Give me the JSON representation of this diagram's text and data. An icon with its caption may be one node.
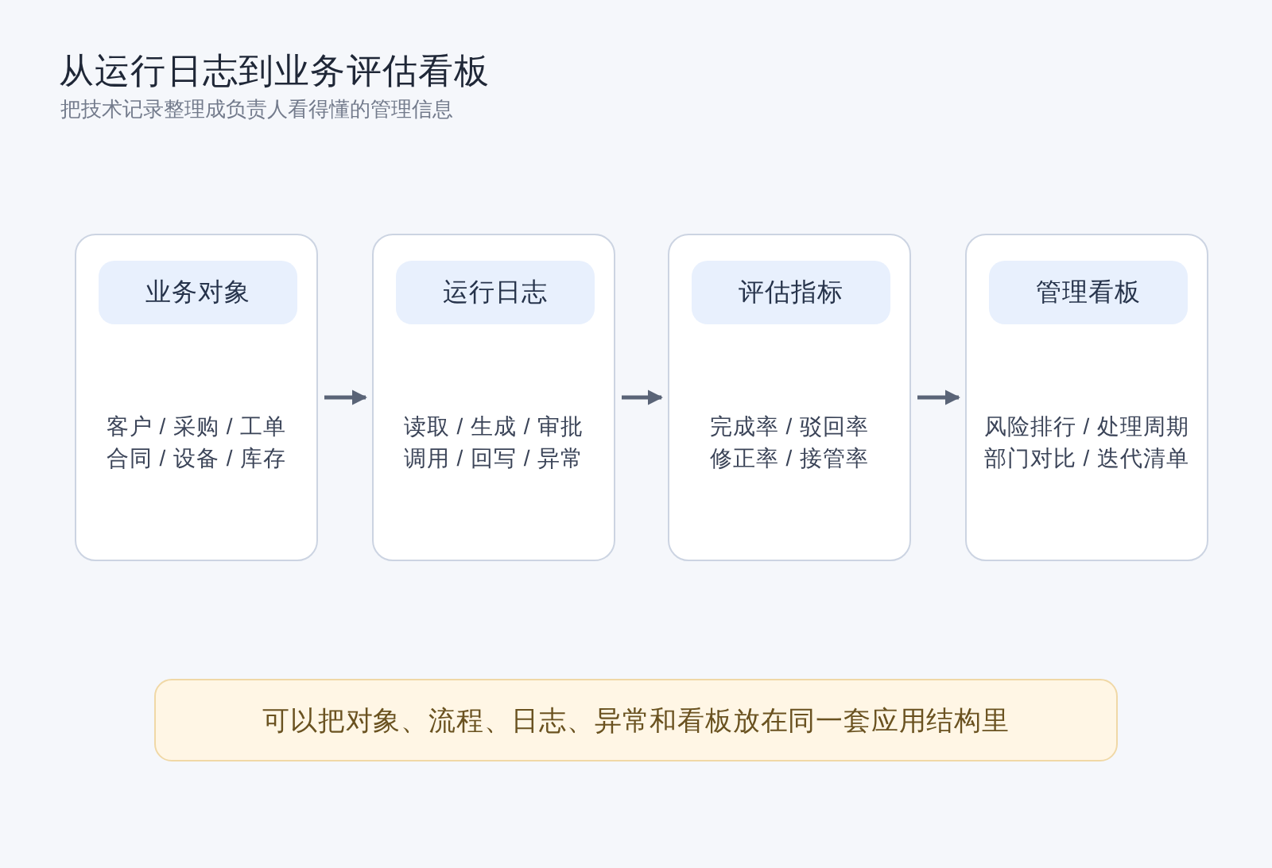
{
  "diagram": {
    "title": "从运行日志到业务评估看板",
    "nodes": [
      {
        "text": [
          "客户 / 采购 / 工单合同 / 设备 / 库存"
        ]
      },
      {
        "text": [
          "业务对象"
        ],
        "in": 0
      },
      {
        "text": [
          "读取 / 生成 / 审批调用 / 回写 / 异常"
        ]
      },
      {
        "text": [
          "运行日志"
        ],
        "in": 2
      },
      {
        "text": [
          "完成率 / 驳回率修正率 / 接管率"
        ]
      },
      {
        "text": [
          "评估指标"
        ],
        "in": 4
      },
      {
        "text": [
          "风险排行 / 处理周期部门对比 / 迭代清单"
        ]
      },
      {
        "text": [
          "管理看板"
        ],
        "in": 6
      },
      {
        "text": [
          "可以把对象、流程、日志、异常和看板放在同一套应用结构里"
        ]
      }
    ],
    "edges": [
      {
        "from": 0,
        "to": 2,
        "arrow": "to"
      },
      {
        "from": 2,
        "to": 4,
        "arrow": "to"
      },
      {
        "from": 4,
        "to": 6,
        "arrow": "to"
      }
    ],
    "labels": [
      "把技术记录整理成负责人看得懂的管理信息"
    ]
  }
}
